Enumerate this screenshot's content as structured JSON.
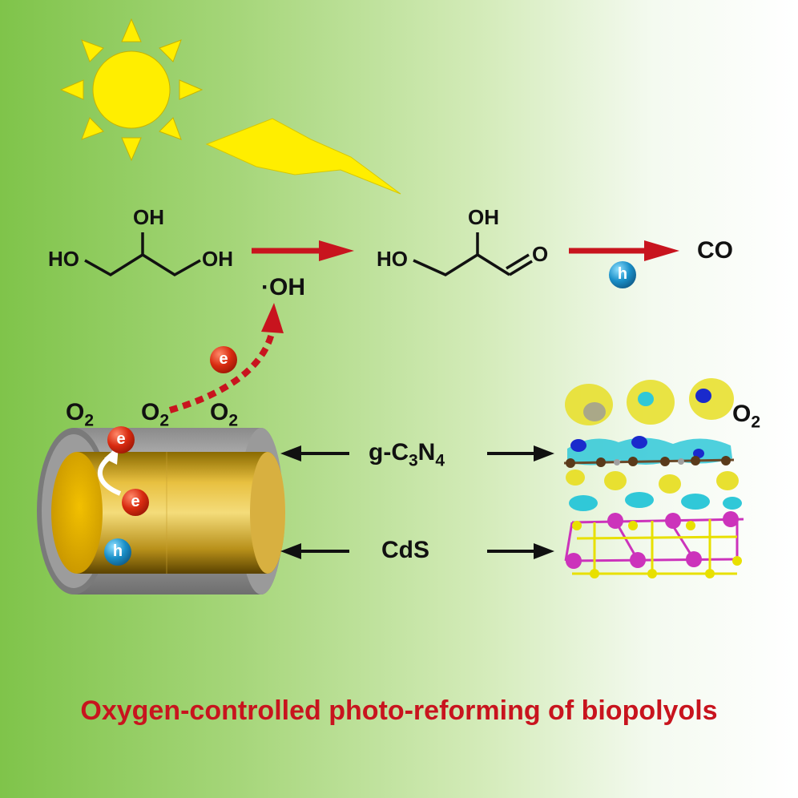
{
  "molecules": {
    "glycerol": {
      "oh_top": "OH",
      "ho_left": "HO",
      "oh_right": "OH"
    },
    "glyceraldehyde": {
      "oh_top": "OH",
      "ho_left": "HO",
      "o_right": "O"
    },
    "product": "CO"
  },
  "radical": "·OH",
  "species": {
    "o2_base": "O",
    "o2_sub": "2"
  },
  "particles": {
    "electron": "e",
    "hole": "h"
  },
  "layers": {
    "gcn": {
      "prefix": "g-C",
      "sub1": "3",
      "mid": "N",
      "sub2": "4"
    },
    "cds": "CdS"
  },
  "caption": "Oxygen-controlled photo-reforming of biopolyols",
  "colors": {
    "reaction_arrow": "#c8141e",
    "caption": "#c8141e",
    "sun": "#ffee00",
    "bolt": "#ffee00",
    "electron": "#d82a10",
    "hole": "#1a8fc8",
    "cds_core": "#e6b800",
    "gcn_shell": "#a8a8a8",
    "cd_atom": "#cc33bb",
    "s_atom": "#e8e000",
    "iso_yellow": "#f0e020",
    "iso_cyan": "#30c8d8"
  }
}
